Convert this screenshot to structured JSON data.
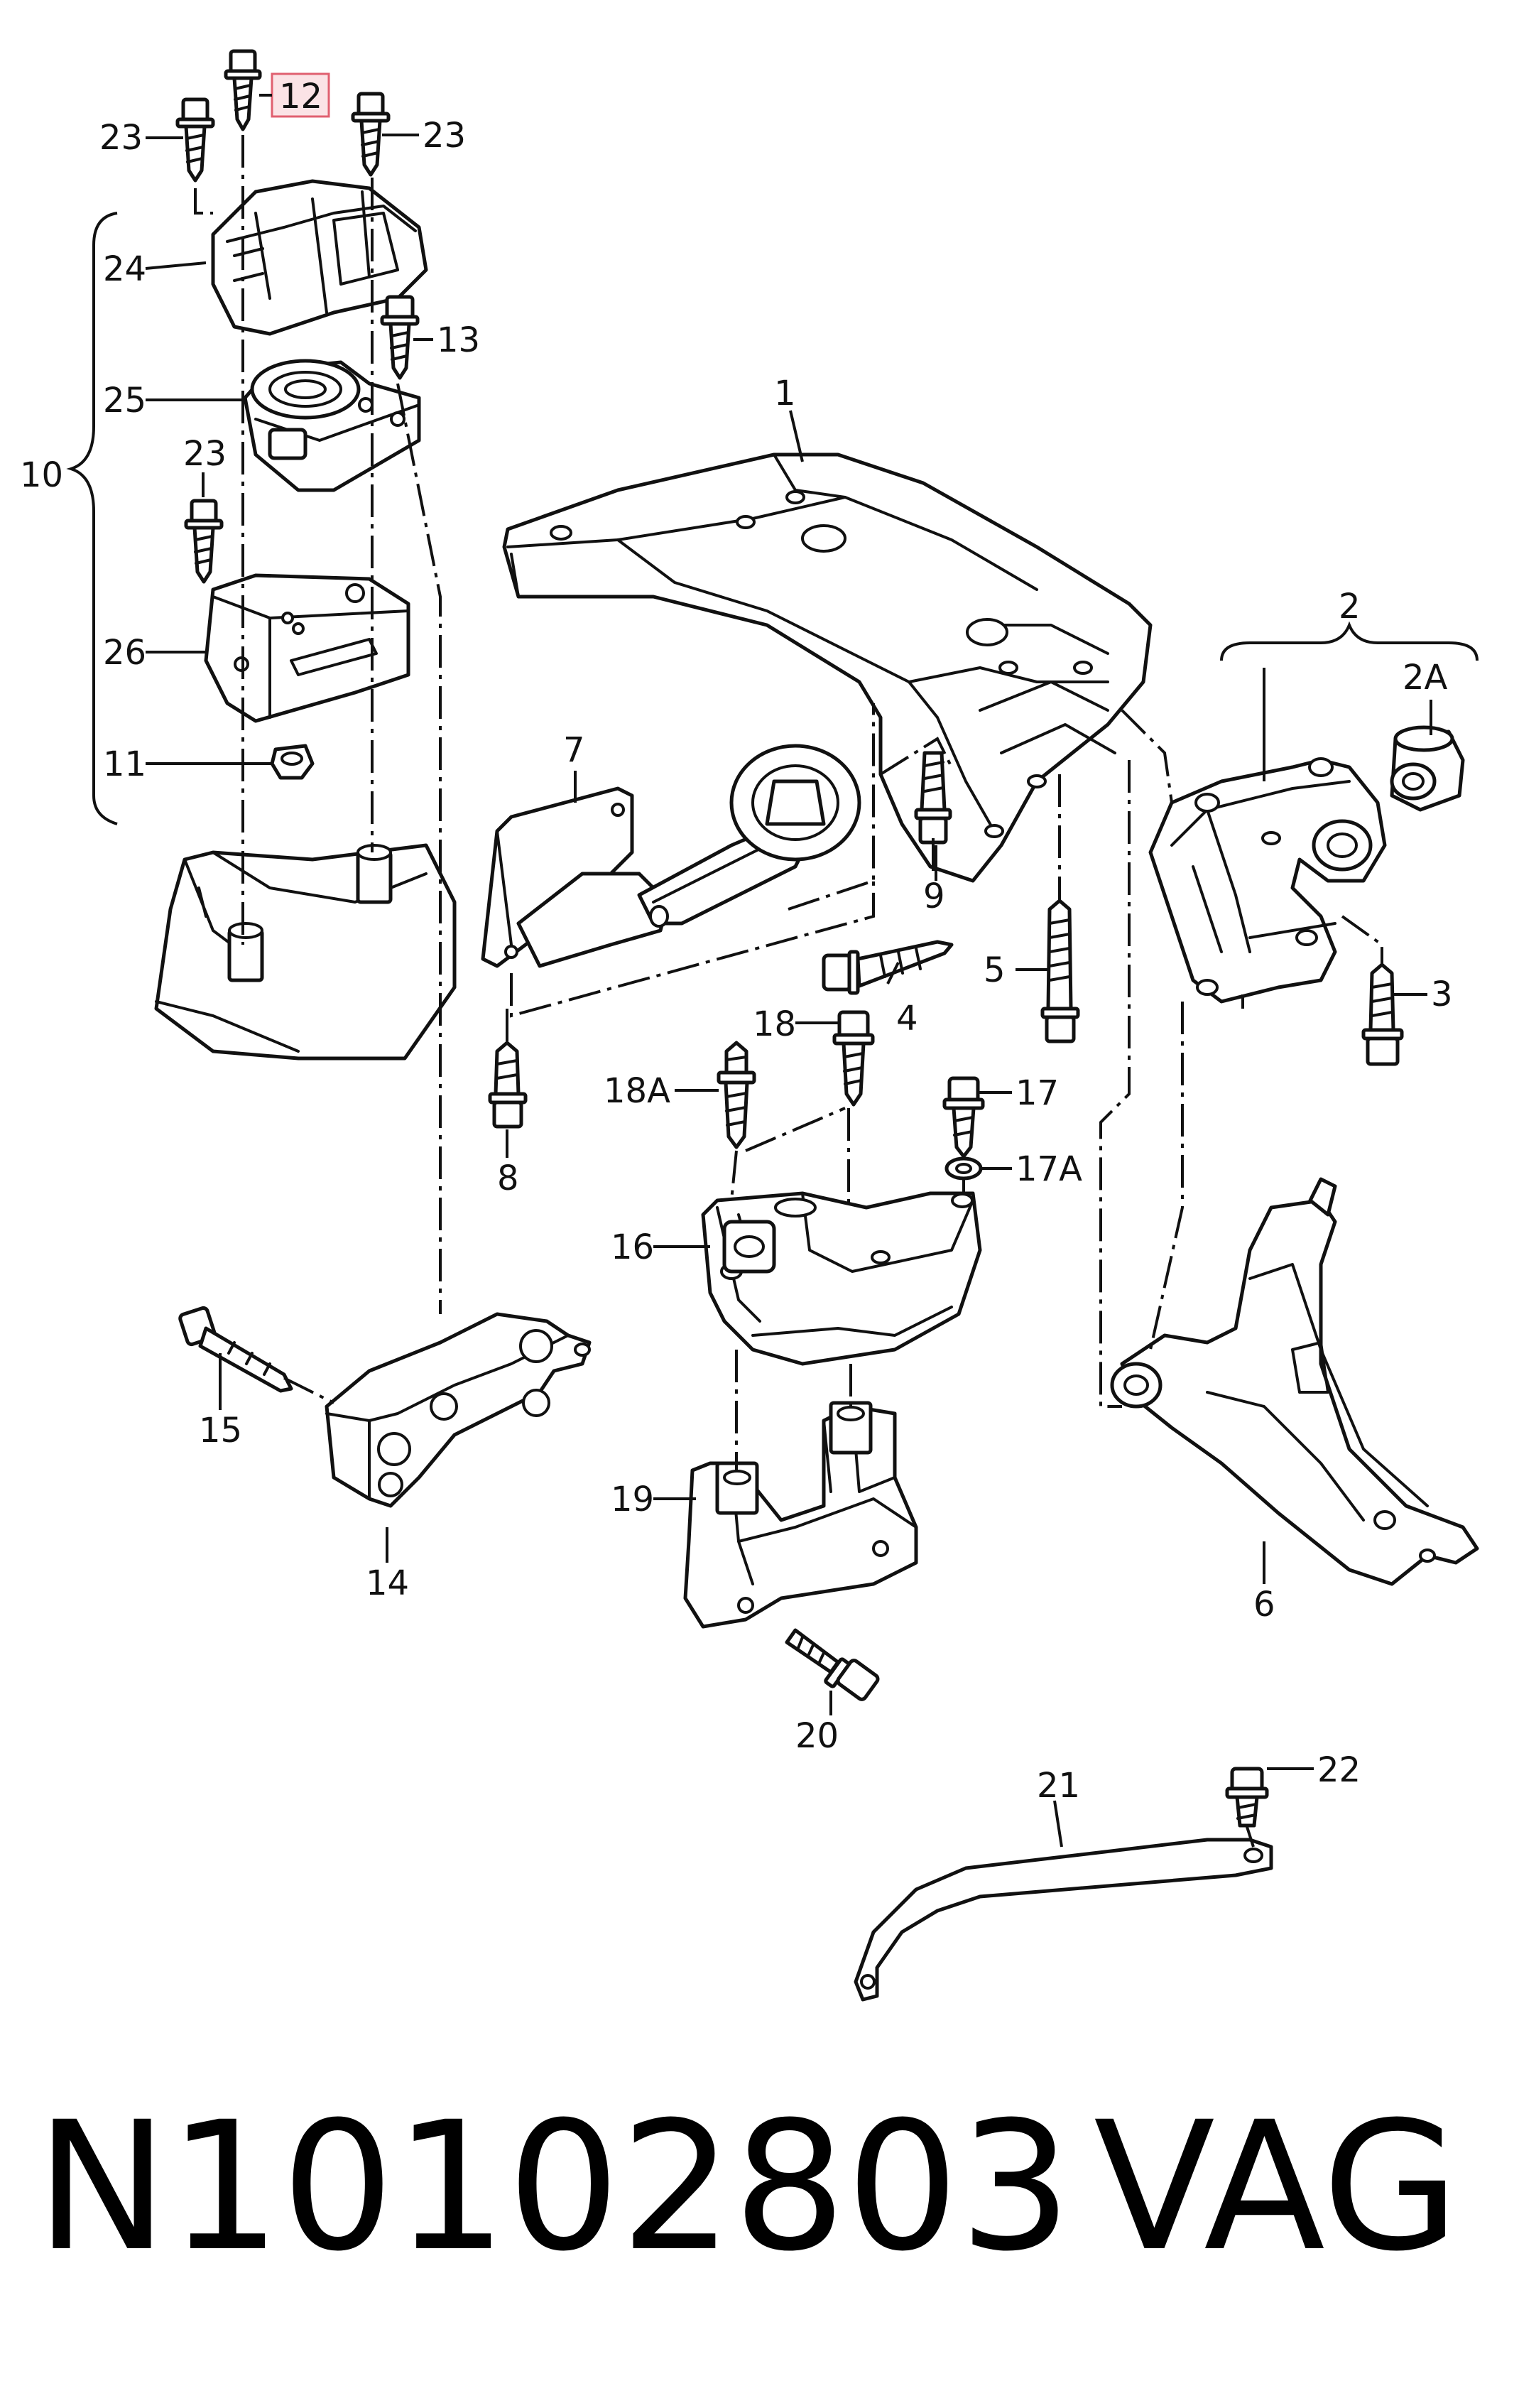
{
  "diagram": {
    "callouts": [
      "1",
      "2",
      "2A",
      "3",
      "4",
      "5",
      "6",
      "7",
      "8",
      "9",
      "10",
      "11",
      "12",
      "13",
      "14",
      "15",
      "16",
      "17",
      "17A",
      "18",
      "18A",
      "19",
      "20",
      "21",
      "22",
      "23",
      "23",
      "23",
      "24",
      "25",
      "26"
    ],
    "highlighted": "12"
  },
  "footer": {
    "part_number": "N10102803",
    "brand": "VAG"
  }
}
